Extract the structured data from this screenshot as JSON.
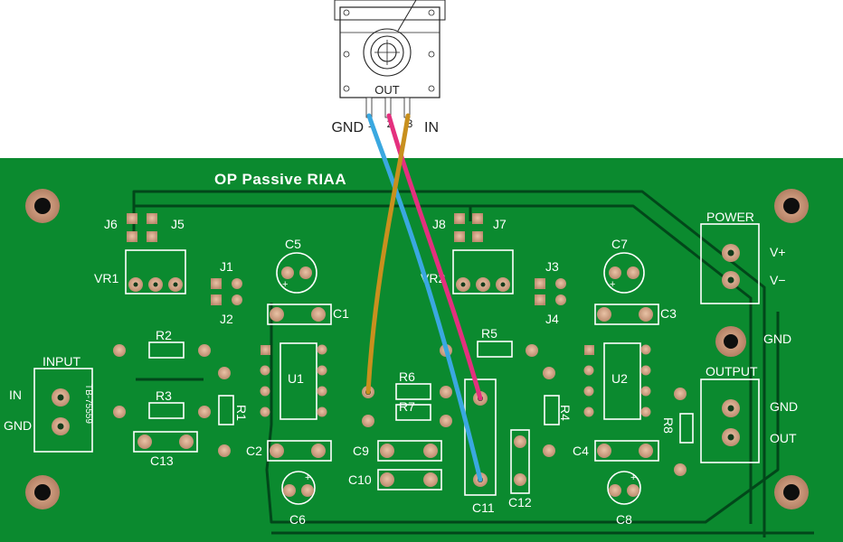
{
  "pot": {
    "out_label": "OUT",
    "pin_left_label": "GND",
    "pin_right_label": "IN",
    "pin_numbers": [
      "1",
      "2",
      "3"
    ]
  },
  "board": {
    "title": "OP Passive RIAA",
    "board_code": "TB-75559",
    "input_label": "INPUT",
    "input_in": "IN",
    "input_gnd": "GND",
    "power_label": "POWER",
    "v_plus": "V+",
    "v_minus": "V−",
    "gnd_label": "GND",
    "output_label": "OUTPUT",
    "out_gnd": "GND",
    "out_out": "OUT",
    "components": {
      "J6": "J6",
      "J5": "J5",
      "J8": "J8",
      "J7": "J7",
      "VR1": "VR1",
      "VR2": "VR2",
      "J1": "J1",
      "J2": "J2",
      "J3": "J3",
      "J4": "J4",
      "C5": "C5",
      "C7": "C7",
      "C1": "C1",
      "C3": "C3",
      "R2": "R2",
      "R3": "R3",
      "R1": "R1",
      "R4": "R4",
      "R5": "R5",
      "R6": "R6",
      "R7": "R7",
      "R8": "R8",
      "U1": "U1",
      "U2": "U2",
      "C2": "C2",
      "C4": "C4",
      "C6": "C6",
      "C8": "C8",
      "C9": "C9",
      "C10": "C10",
      "C11": "C11",
      "C12": "C12",
      "C13": "C13"
    }
  },
  "wire_colors": {
    "blue": "#3aa8e0",
    "pink": "#e4307e",
    "gold": "#c8901e"
  },
  "colors": {
    "board_green": "#0b8a2f",
    "pad_copper": "#c99a79",
    "silk": "#ffffff"
  }
}
